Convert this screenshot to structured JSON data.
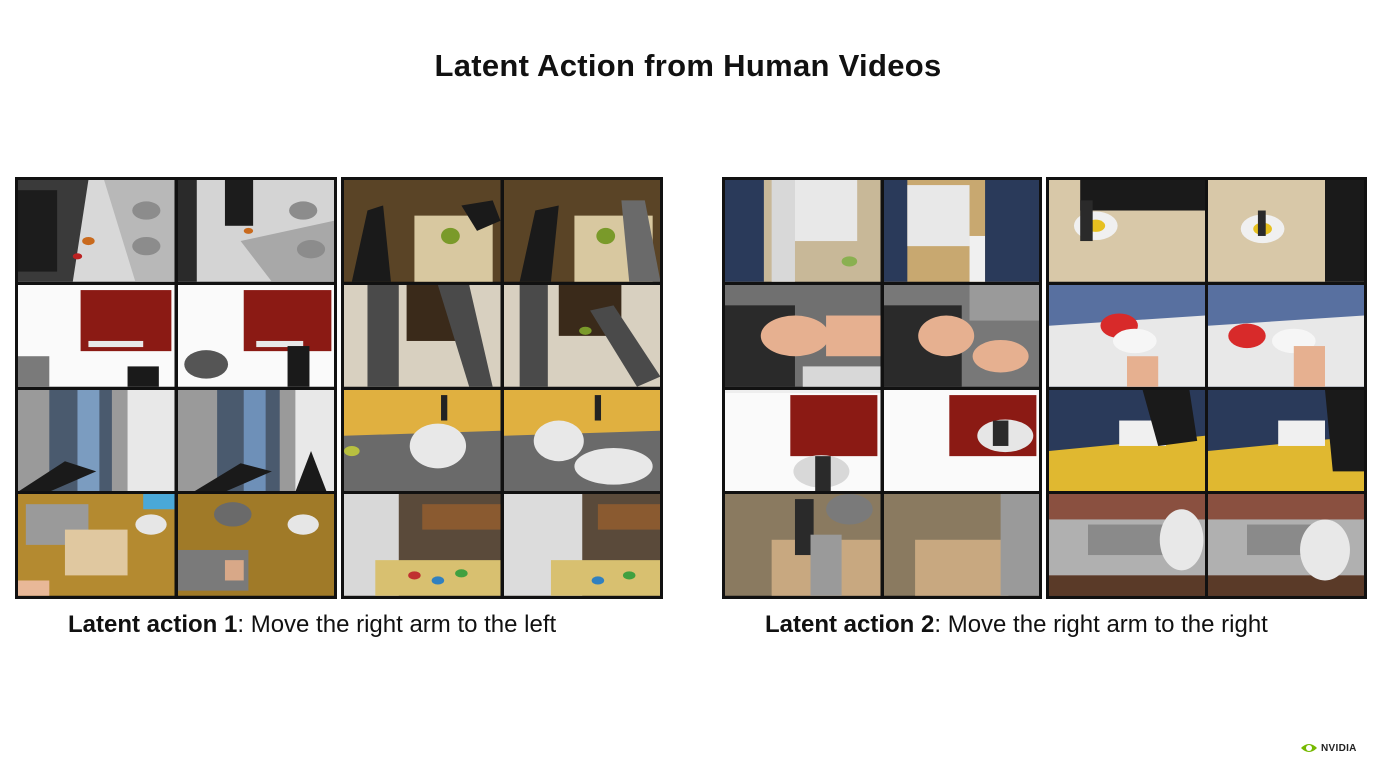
{
  "slide": {
    "title": "Latent Action from Human Videos"
  },
  "captions": [
    {
      "bold": "Latent action 1",
      "rest": ": Move the right arm to the left"
    },
    {
      "bold": "Latent action 2",
      "rest": ": Move the right arm to the right"
    }
  ],
  "logo": {
    "text": "NVIDIA"
  },
  "colors": {
    "nvidia_green": "#76b900"
  },
  "panels": [
    {
      "name": "action1-left-grid",
      "scenes": [
        "kitchen-sim-pick",
        "kitchen-sim-pick",
        "drawer-sim",
        "drawer-sim",
        "closet-sim",
        "closet-sim",
        "human-kitchen-video",
        "human-kitchen-video"
      ]
    },
    {
      "name": "action1-right-grid",
      "scenes": [
        "dexhand-board",
        "dexhand-board",
        "bimanual-table",
        "bimanual-table",
        "sink-sim",
        "sink-sim",
        "humanoid-kitchen",
        "humanoid-kitchen"
      ]
    },
    {
      "name": "action2-left-grid",
      "scenes": [
        "fridge-sim",
        "fridge-sim",
        "human-hands-bag",
        "human-hands-bag",
        "drawer-sim",
        "drawer-sim",
        "dexhand-granite",
        "dexhand-granite"
      ]
    },
    {
      "name": "action2-right-grid",
      "scenes": [
        "topdown-plate",
        "topdown-plate",
        "human-bowl-video",
        "human-bowl-video",
        "human-basket-video",
        "human-basket-video",
        "sink-granite-sim",
        "sink-granite-sim"
      ]
    }
  ]
}
